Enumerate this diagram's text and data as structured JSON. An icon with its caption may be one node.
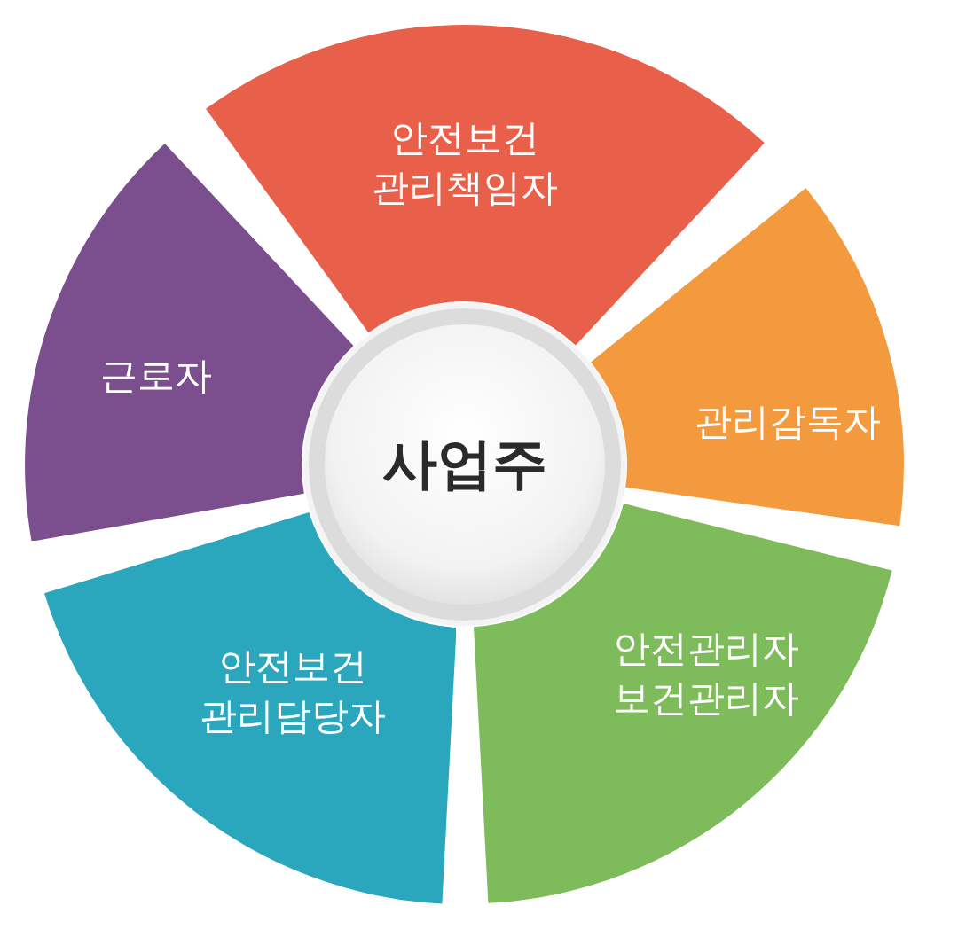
{
  "diagram": {
    "nodes": [
      {
        "text": [
          "사업주"
        ]
      },
      {
        "text": [
          "안전보건 관리책임자"
        ]
      },
      {
        "text": [
          "관리감독자"
        ]
      },
      {
        "text": [
          "안전관리자 보건관리자"
        ]
      },
      {
        "text": [
          "안전보건 관리담당자"
        ]
      },
      {
        "text": [
          "근로자"
        ]
      }
    ]
  }
}
